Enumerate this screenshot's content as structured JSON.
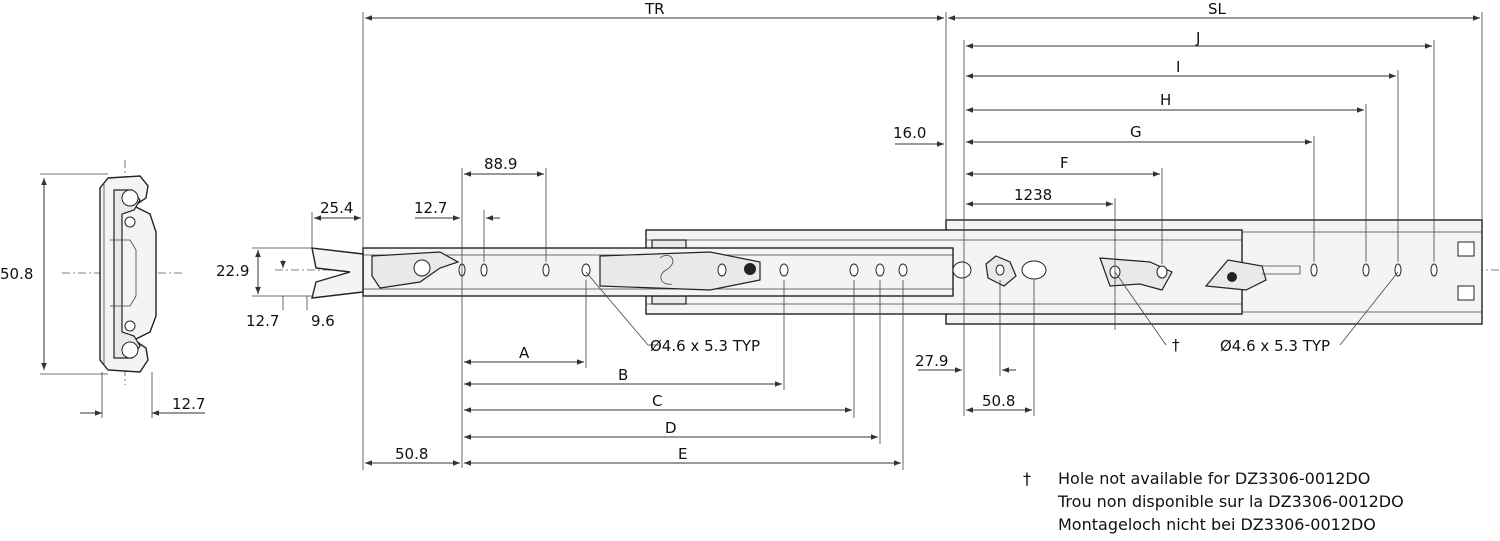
{
  "labels": {
    "TR": "TR",
    "SL": "SL",
    "J": "J",
    "I": "I",
    "H": "H",
    "G": "G",
    "F": "F",
    "A": "A",
    "B": "B",
    "C": "C",
    "D": "D",
    "E": "E",
    "d16_0": "16.0",
    "d1238": "1238",
    "d88_9": "88.9",
    "d25_4": "25.4",
    "d12_7_top": "12.7",
    "d22_9": "22.9",
    "d12_7_side": "12.7",
    "d9_6": "9.6",
    "d50_8_profile": "50.8",
    "d12_7_profile": "12.7",
    "d50_8_bottom": "50.8",
    "d27_9": "27.9",
    "d50_8_right": "50.8",
    "hole_spec_left": "Ø4.6 x 5.3 TYP",
    "hole_spec_right": "Ø4.6 x 5.3 TYP",
    "dagger": "†"
  },
  "note": {
    "symbol": "†",
    "lines": [
      "Hole not available for DZ3306-0012DO",
      "Trou non disponible sur la DZ3306-0012DO",
      "Montageloch nicht bei DZ3306-0012DO"
    ]
  }
}
